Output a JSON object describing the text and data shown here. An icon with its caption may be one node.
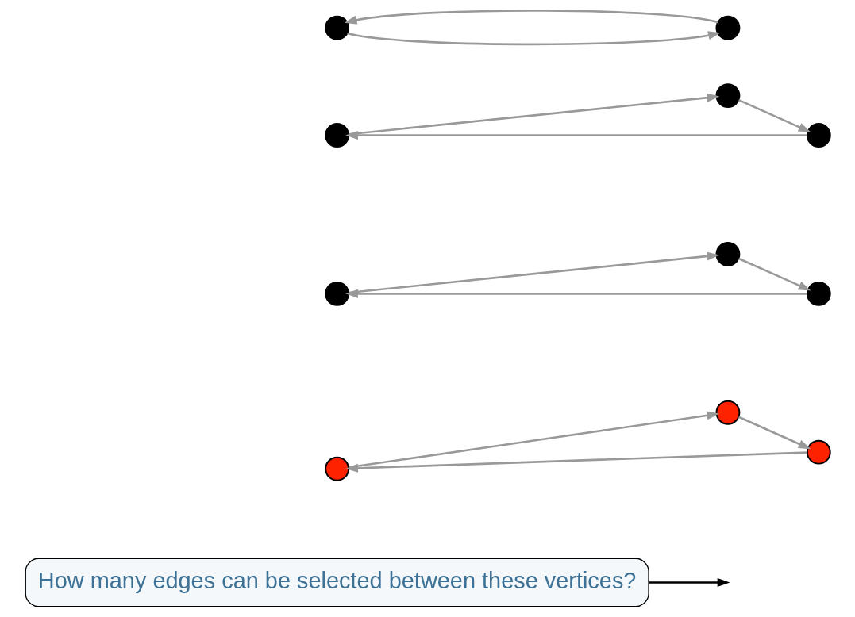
{
  "diagram": {
    "nodes": [
      {
        "text": [
          "How many edges can be selected between these vertices?"
        ]
      },
      {
        "text": [],
        "shape": "circle"
      },
      {
        "text": [],
        "shape": "circle"
      },
      {
        "text": [],
        "shape": "circle"
      },
      {
        "text": [],
        "shape": "circle"
      },
      {
        "text": [],
        "shape": "circle"
      },
      {
        "text": [],
        "shape": "circle"
      },
      {
        "text": [],
        "shape": "circle"
      },
      {
        "text": [],
        "shape": "circle"
      },
      {
        "text": [],
        "shape": "circle"
      },
      {
        "text": [],
        "shape": "circle"
      },
      {
        "text": [],
        "shape": "circle"
      }
    ],
    "edges": [
      {
        "from": 0,
        "to": null,
        "arrow": "to",
        "color": "#000000"
      },
      {
        "from": 1,
        "to": 2,
        "arrow": "to"
      },
      {
        "from": 2,
        "to": 3,
        "arrow": "to"
      },
      {
        "from": 3,
        "to": 1,
        "arrow": "to"
      },
      {
        "from": 6,
        "to": 4,
        "arrow": "to"
      },
      {
        "from": 4,
        "to": 5,
        "arrow": "to"
      },
      {
        "from": 5,
        "to": 6,
        "arrow": "to"
      },
      {
        "from": 7,
        "to": 8,
        "arrow": "to"
      },
      {
        "from": 8,
        "to": 9,
        "arrow": "to"
      },
      {
        "from": 9,
        "to": 7,
        "arrow": "to"
      },
      {
        "from": 10,
        "to": 11,
        "arrow": "to"
      },
      {
        "from": 11,
        "to": 10,
        "arrow": "to"
      }
    ]
  }
}
